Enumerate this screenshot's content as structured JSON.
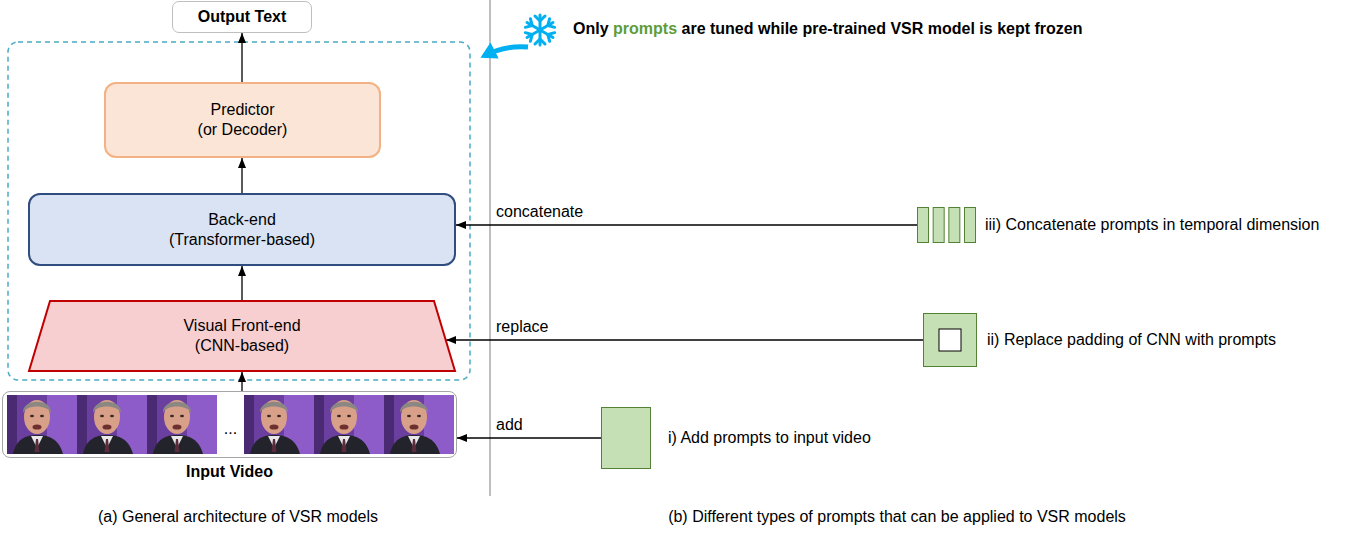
{
  "diagram": {
    "nodes": [
      {
        "text": [
          "Output Text"
        ]
      },
      {
        "text": [
          "Predictor (or Decoder)"
        ]
      },
      {
        "text": [
          "Back-end (Transformer-based)"
        ]
      },
      {
        "text": [
          "Visual Front-end (CNN-based)"
        ]
      },
      {
        "text": [
          "...",
          "Input Video"
        ]
      },
      {
        "text": [
          "iii) Concatenate prompts in temporal dimension"
        ]
      },
      {
        "text": [
          "ii) Replace padding of CNN with prompts"
        ]
      },
      {
        "text": [
          "i) Add prompts to input video"
        ]
      }
    ],
    "edges": [
      {
        "from": 4,
        "to": 3,
        "arrow": "to"
      },
      {
        "from": 3,
        "to": 2,
        "arrow": "to"
      },
      {
        "from": 2,
        "to": 1,
        "arrow": "to"
      },
      {
        "from": 1,
        "to": 0,
        "arrow": "to"
      },
      {
        "from": 5,
        "to": 2,
        "arrow": "to",
        "label": "concatenate"
      },
      {
        "from": 6,
        "to": 3,
        "arrow": "to",
        "label": "replace"
      },
      {
        "from": 7,
        "to": 4,
        "arrow": "to",
        "label": "add"
      }
    ],
    "labels": [
      "Only",
      "prompts",
      "are tuned while pre-trained VSR model is kept frozen",
      "(a) General architecture of VSR models",
      "(b) Different types of prompts that can be applied to VSR models"
    ]
  }
}
